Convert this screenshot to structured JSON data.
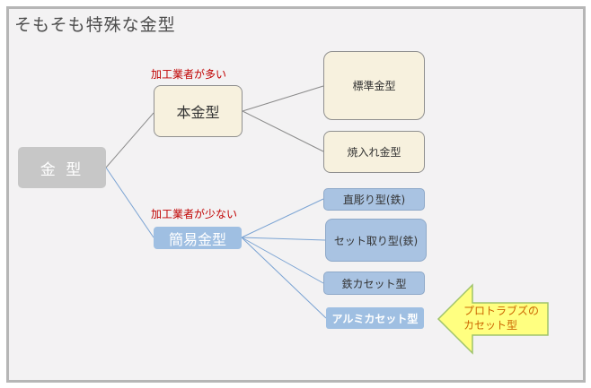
{
  "title": "そもそも特殊な金型",
  "root": {
    "label": "金 型"
  },
  "main_mold": {
    "label": "本金型",
    "note": "加工業者が多い",
    "children": [
      "標準金型",
      "焼入れ金型"
    ]
  },
  "simple_mold": {
    "label": "簡易金型",
    "note": "加工業者が少ない",
    "children": [
      "直彫り型(鉄)",
      "セット取り型(鉄)",
      "鉄カセット型",
      "アルミカセット型"
    ]
  },
  "callout": {
    "line1": "プロトラブズの",
    "line2": "カセット型"
  },
  "colors": {
    "frame_border": "#b6b6b6",
    "root_fill": "#c7c7c7",
    "cream_fill": "#f7f1de",
    "blue_fill": "#a9c3e2",
    "note_red": "#c00000",
    "arrow_yellow": "#ffff80"
  }
}
